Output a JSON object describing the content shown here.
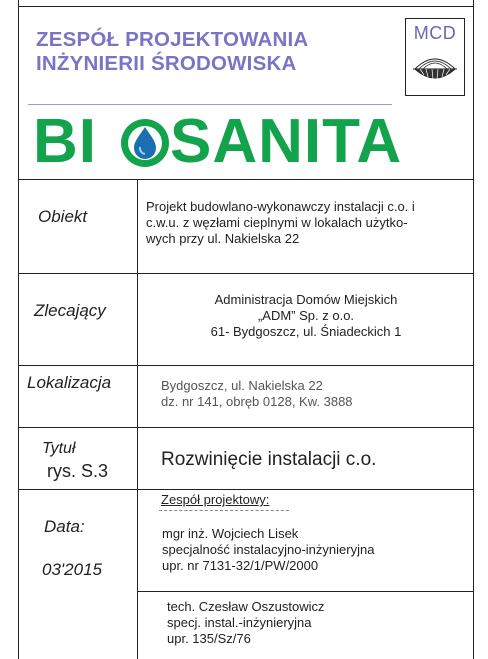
{
  "header": {
    "firm_line1": "ZESPÓŁ PROJEKTOWANIA",
    "firm_line2": "INŻYNIERII ŚRODOWISKA",
    "logo_text": "MCD",
    "brand_prefix": "BI",
    "brand_suffix": "SANITA"
  },
  "rows": {
    "obiekt": {
      "label": "Obiekt",
      "lines": [
        "Projekt budowlano-wykonawczy instalacji c.o. i",
        "c.w.u. z węzłami cieplnymi w lokalach użytko-",
        "wych przy ul. Nakielska 22"
      ]
    },
    "zlecajacy": {
      "label": "Zlecający",
      "lines": [
        "Administracja Domów Miejskich",
        "„ADM” Sp. z o.o.",
        "61- Bydgoszcz, ul. Śniadeckich 1"
      ]
    },
    "lokalizacja": {
      "label": "Lokalizacja",
      "lines": [
        "Bydgoszcz, ul. Nakielska 22",
        "dz. nr 141, obręb 0128, Kw. 3888"
      ]
    },
    "tytul": {
      "label": "Tytuł",
      "drawing_no": "rys. S.3",
      "value": "Rozwinięcie instalacji c.o."
    },
    "data": {
      "label": "Data:",
      "value": "03'2015"
    },
    "team": {
      "heading": "Zespół projektowy:",
      "member1": [
        "mgr inż. Wojciech Lisek",
        "specjalność instalacyjno-inżynieryjna",
        "upr. nr 7131-32/1/PW/2000"
      ],
      "member2": [
        "tech. Czesław Oszustowicz",
        "specj. instal.-inżynieryjna",
        "upr. 135/Sz/76"
      ]
    }
  },
  "colors": {
    "firm_text": "#7a74c6",
    "brand_green": "#12a34c",
    "brand_drop_blue": "#1b6fb0"
  }
}
